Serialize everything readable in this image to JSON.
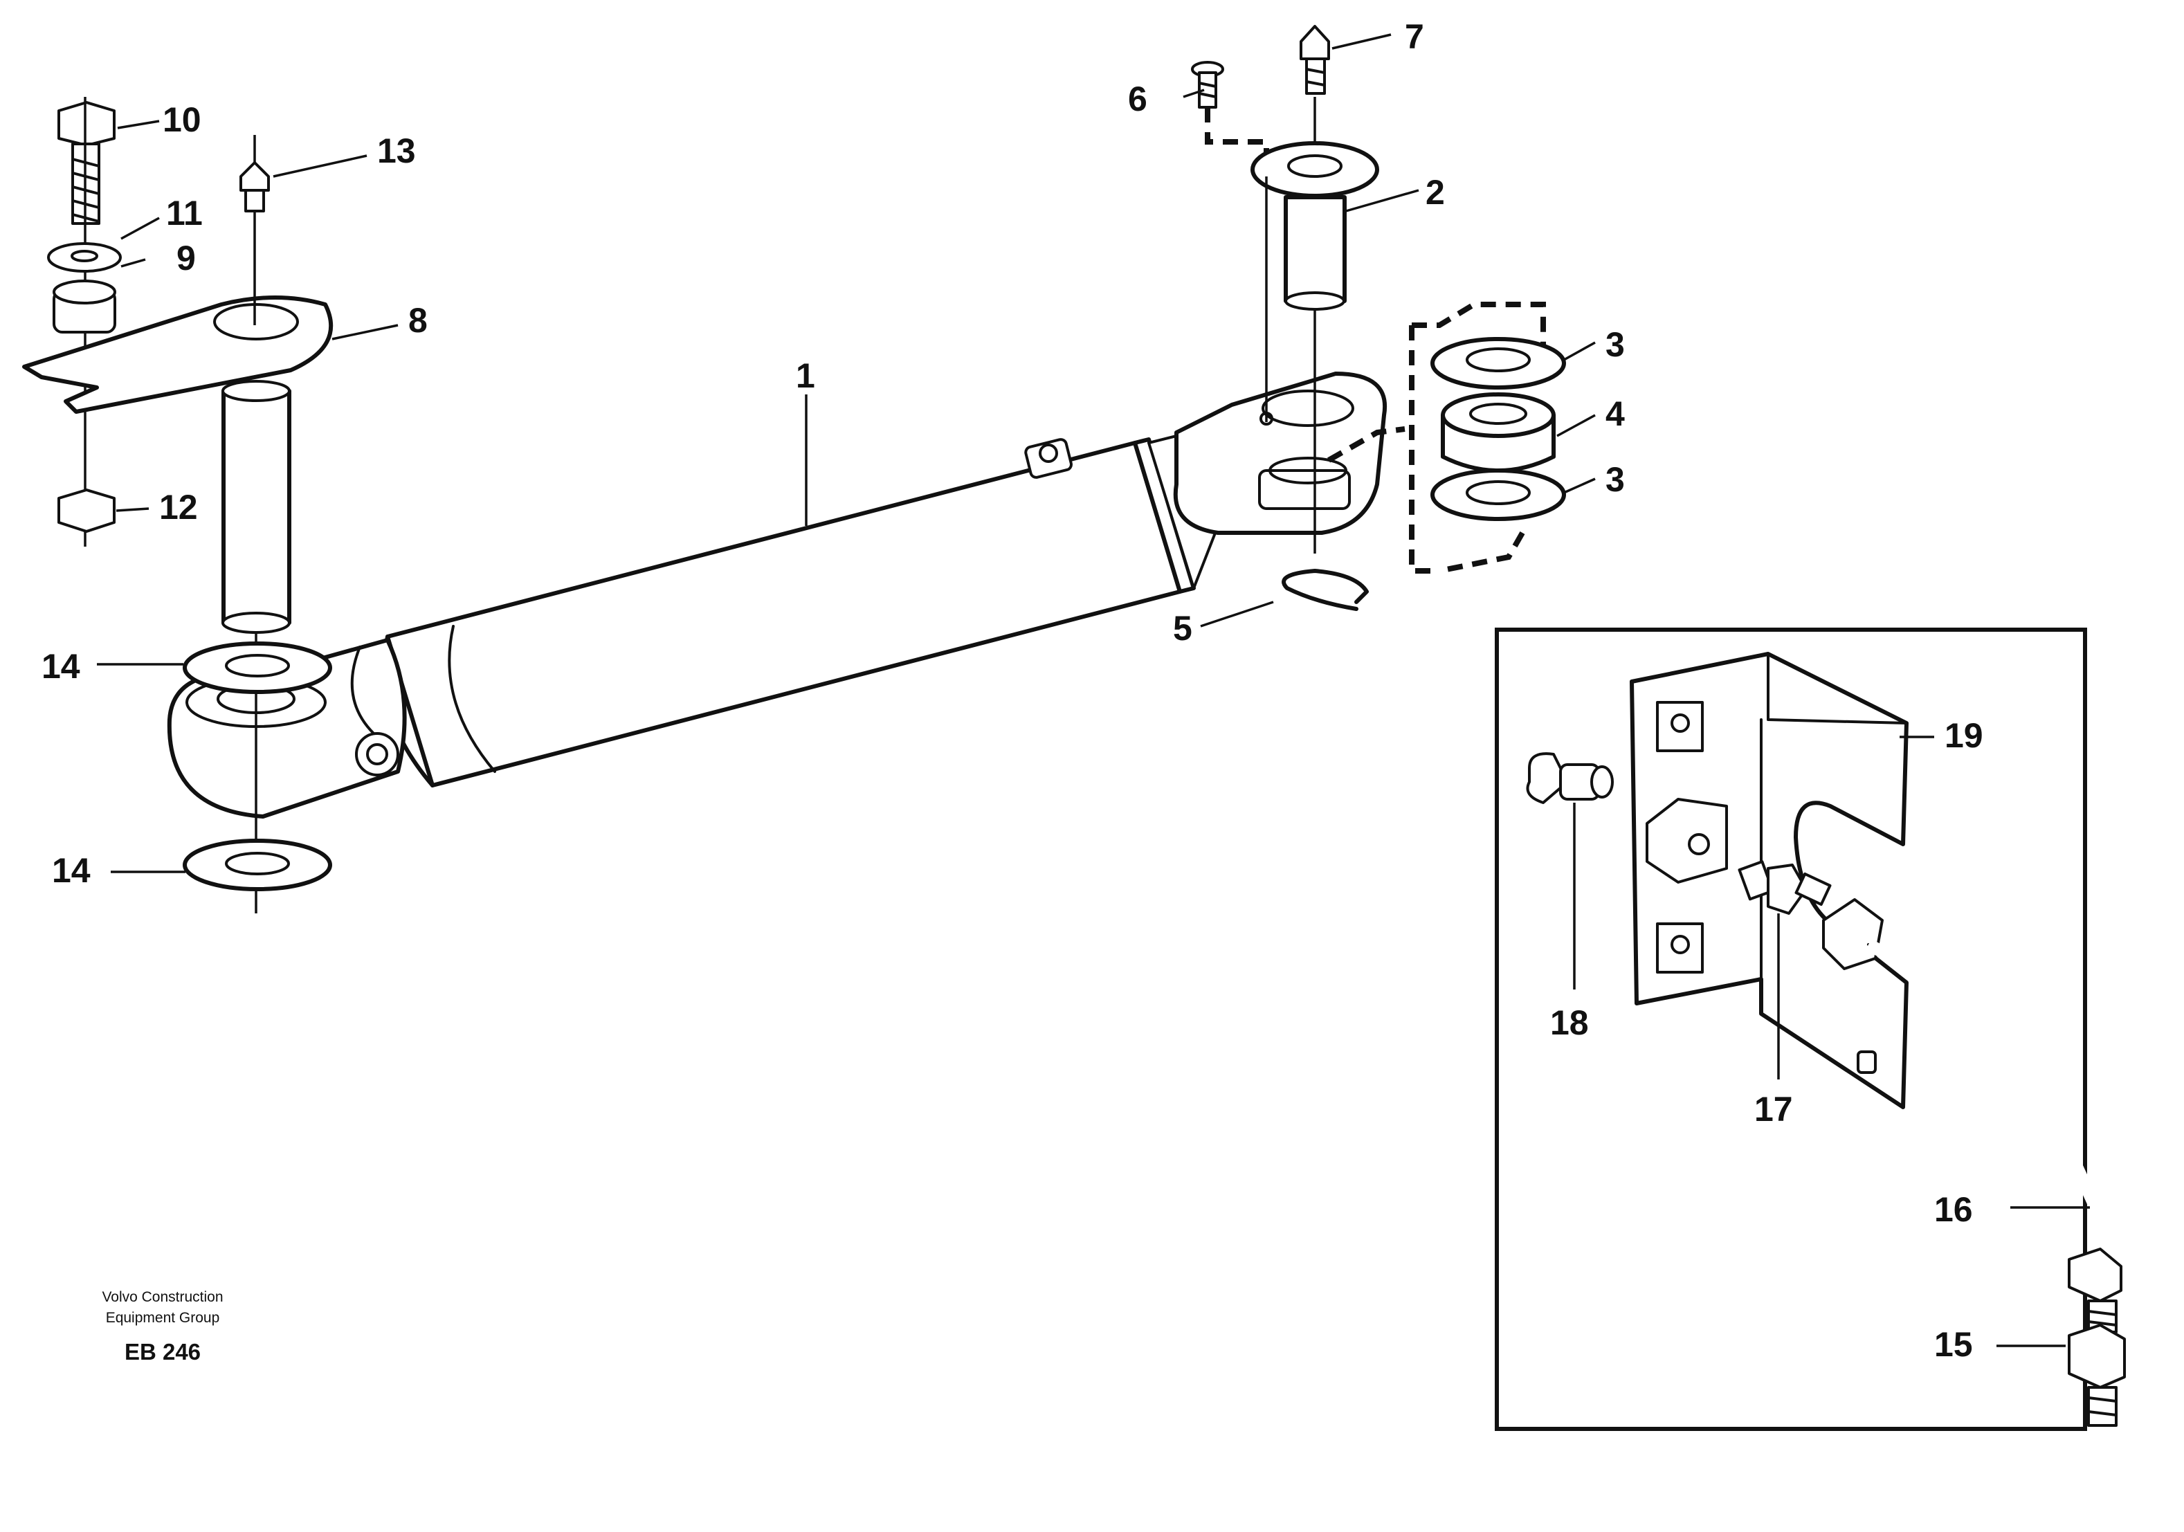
{
  "callouts": {
    "c1": "1",
    "c2": "2",
    "c3a": "3",
    "c3b": "3",
    "c4": "4",
    "c5": "5",
    "c6": "6",
    "c7": "7",
    "c8": "8",
    "c9": "9",
    "c10": "10",
    "c11": "11",
    "c12": "12",
    "c13": "13",
    "c14a": "14",
    "c14b": "14",
    "c15": "15",
    "c16": "16",
    "c17": "17",
    "c18": "18",
    "c19": "19"
  },
  "footer": {
    "company_line1": "Volvo Construction",
    "company_line2": "Equipment Group",
    "code": "EB 246"
  }
}
